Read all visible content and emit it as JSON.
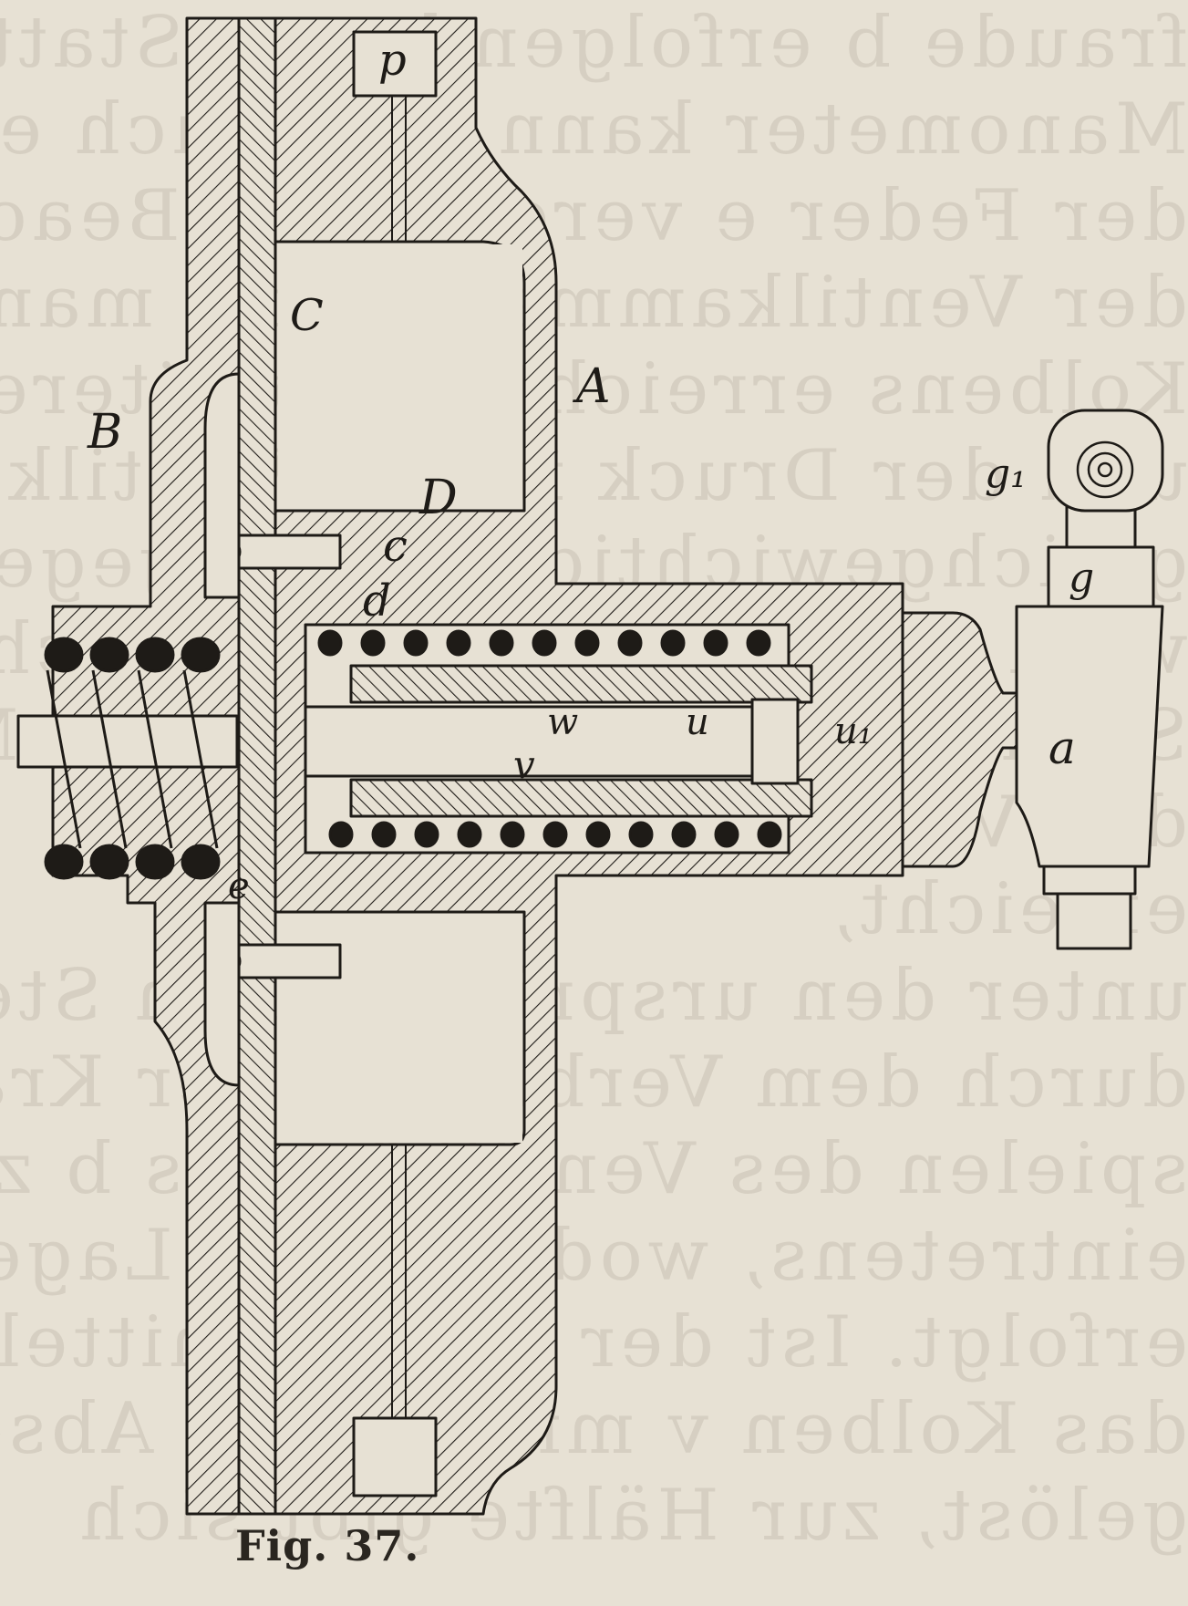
{
  "caption": "Fig. 37.",
  "show_through_lines": [
    "fraude b erfolgen kann. Statt ein",
    "Manometer kann man auch ent",
    "der Feder e vergrößert. Beachter",
    "der Ventilkammer. Wenn man an",
    "Kolbens erreicht, die weitere Führung",
    "und der Druck in der Ventilkammer",
    "gleichgewichtige Platte gegen Feder",
    "wird in die Richtung gebracht",
    "Stellung des Kolbens in der Mitte",
    "des Ventils",
    "erreicht,",
    "unter den ursprünglichen Stellung ist",
    "durch dem Verbrauch der Kraftmaschine",
    "spielen des Ventilkörpers b zurück",
    "eintretens, wodurch die Lage des",
    "erfolgt. Ist der Kolben mittel",
    "das Kolben v mit seinem Abschluss",
    "gelöst, zur Hälfte gibt sich"
  ],
  "labels": {
    "p": "p",
    "C": "C",
    "A": "A",
    "B": "B",
    "D": "D",
    "c": "c",
    "d": "d",
    "w": "w",
    "u": "u",
    "u1": "u₁",
    "v": "v",
    "e": "e",
    "a": "a",
    "g": "g",
    "g1": "g₁"
  },
  "colors": {
    "paper": "#e7e1d4",
    "ink": "#1e1b17"
  }
}
